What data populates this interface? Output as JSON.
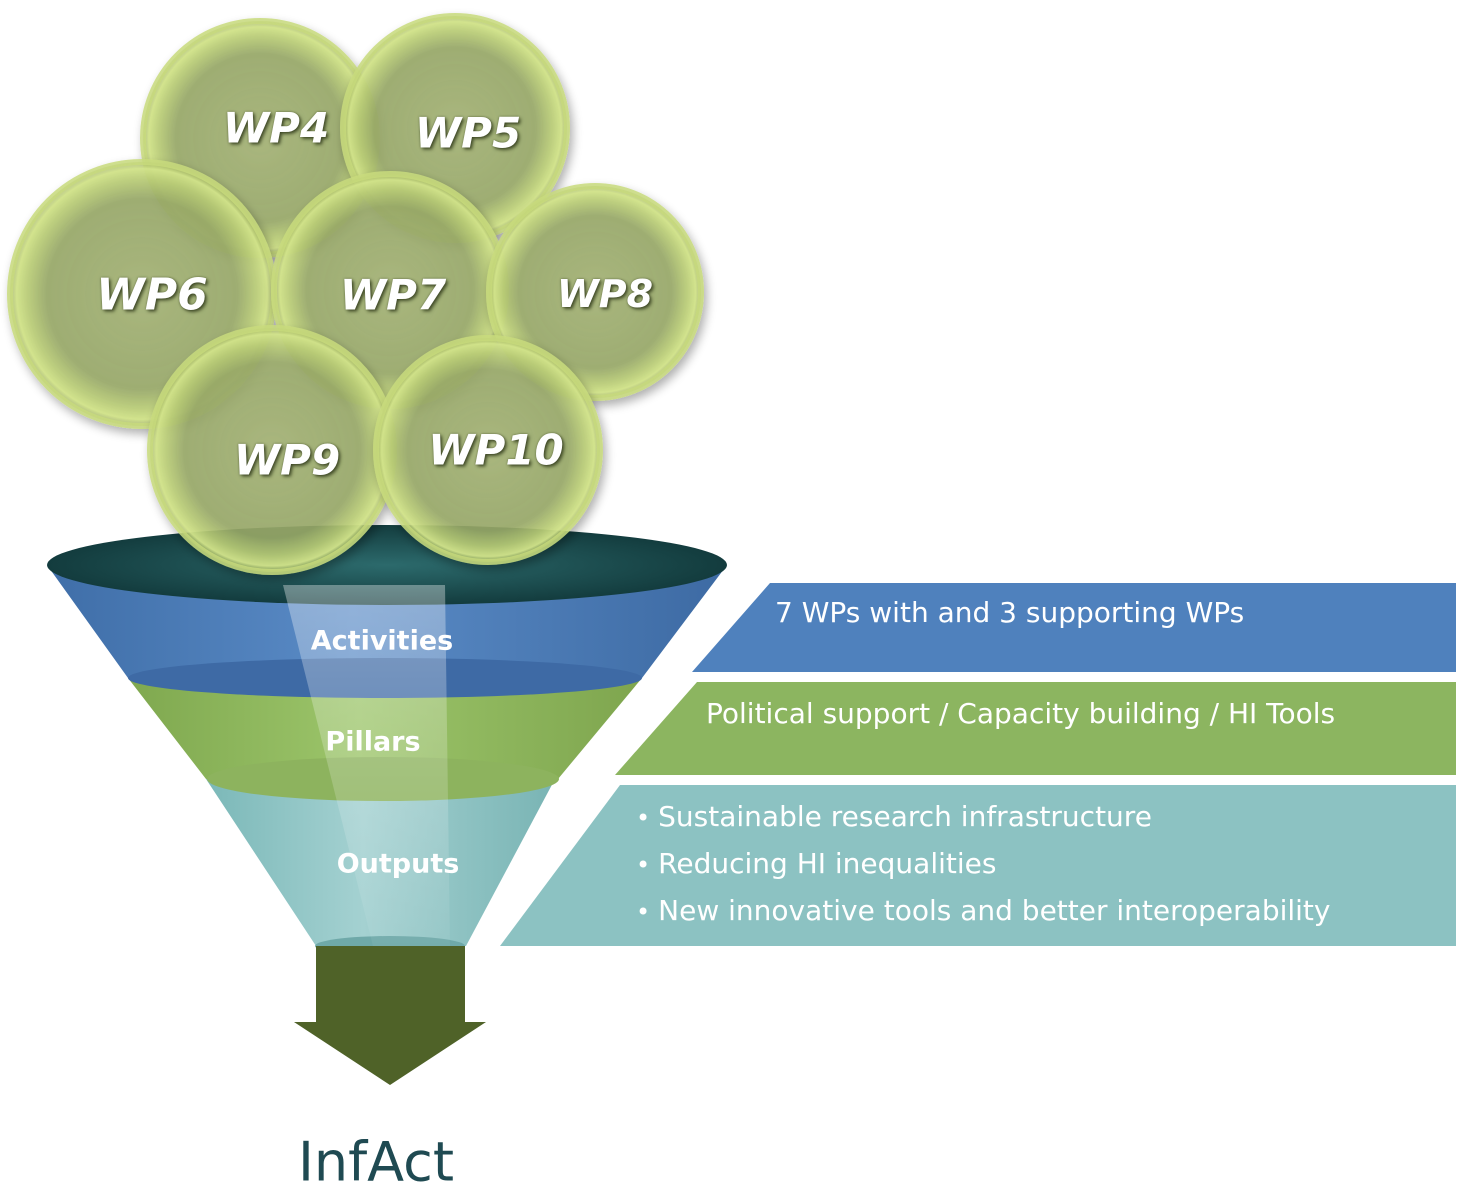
{
  "work_packages": [
    "WP4",
    "WP5",
    "WP6",
    "WP7",
    "WP8",
    "WP9",
    "WP10"
  ],
  "funnel": {
    "activities_label": "Activities",
    "pillars_label": "Pillars",
    "outputs_label": "Outputs"
  },
  "banners": {
    "activities_text": "7 WPs with and 3 supporting WPs",
    "pillars_text": "Political support / Capacity building / HI Tools",
    "outputs_items": [
      "Sustainable research infrastructure",
      "Reducing HI inequalities",
      "New innovative tools and better interoperability"
    ]
  },
  "result_title": "InfAct",
  "colors": {
    "circle_fill": "#9aab6a",
    "circle_ring": "#c9dc7e",
    "funnel_rim": "#1b4a4c",
    "activities_blue": "#4f81bd",
    "pillars_green": "#8cb560",
    "outputs_teal": "#8cc2c2",
    "arrow_olive": "#4f6228",
    "title_text": "#1f4a52"
  }
}
